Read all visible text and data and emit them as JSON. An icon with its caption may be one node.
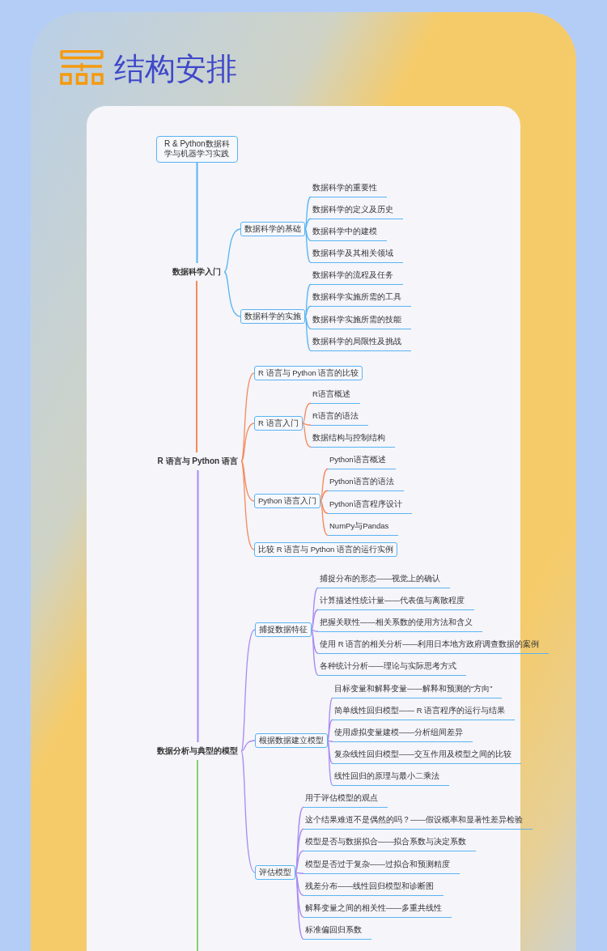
{
  "diagram": {
    "title": "结构安排",
    "nodes": [
      {
        "text": [
          "R & Python数据科学与机器学习实践"
        ]
      },
      {
        "text": [
          "数据科学入门"
        ]
      },
      {
        "text": [
          "数据科学的基础"
        ]
      },
      {
        "text": [
          "数据科学的重要性"
        ]
      },
      {
        "text": [
          "数据科学的定义及历史"
        ]
      },
      {
        "text": [
          "数据科学中的建模"
        ]
      },
      {
        "text": [
          "数据科学及其相关领域"
        ]
      },
      {
        "text": [
          "数据科学的实施"
        ]
      },
      {
        "text": [
          "数据科学的流程及任务"
        ]
      },
      {
        "text": [
          "数据科学实施所需的工具"
        ]
      },
      {
        "text": [
          "数据科学实施所需的技能"
        ]
      },
      {
        "text": [
          "数据科学的局限性及挑战"
        ]
      },
      {
        "text": [
          "R 语言与 Python 语言"
        ]
      },
      {
        "text": [
          "R 语言与 Python 语言的比较"
        ]
      },
      {
        "text": [
          "R 语言入门"
        ]
      },
      {
        "text": [
          "R语言概述"
        ]
      },
      {
        "text": [
          "R语言的语法"
        ]
      },
      {
        "text": [
          "数据结构与控制结构"
        ]
      },
      {
        "text": [
          "Python 语言入门"
        ]
      },
      {
        "text": [
          "Python语言概述"
        ]
      },
      {
        "text": [
          "Python语言的语法"
        ]
      },
      {
        "text": [
          "Python语言程序设计"
        ]
      },
      {
        "text": [
          "NumPy与Pandas"
        ]
      },
      {
        "text": [
          "比较 R 语言与 Python 语言的运行实例"
        ]
      },
      {
        "text": [
          "数据分析与典型的模型"
        ]
      },
      {
        "text": [
          "捕捉数据特征"
        ]
      },
      {
        "text": [
          "捕捉分布的形态——视觉上的确认"
        ]
      },
      {
        "text": [
          "计算描述性统计量——代表值与离散程度"
        ]
      },
      {
        "text": [
          "把握关联性——相关系数的使用方法和含义"
        ]
      },
      {
        "text": [
          "使用 R 语言的相关分析——利用日本地方政府调查数据的案例"
        ]
      },
      {
        "text": [
          "各种统计分析——理论与实际思考方式"
        ]
      },
      {
        "text": [
          "根据数据建立模型"
        ]
      },
      {
        "text": [
          "目标变量和解释变量——解释和预测的“方向”"
        ]
      },
      {
        "text": [
          "简单线性回归模型—— R 语言程序的运行与结果"
        ]
      },
      {
        "text": [
          "使用虚拟变量建模——分析组间差异"
        ]
      },
      {
        "text": [
          "复杂线性回归模型——交互作用及模型之间的比较"
        ]
      },
      {
        "text": [
          "线性回归的原理与最小二乘法"
        ]
      },
      {
        "text": [
          "评估模型"
        ]
      },
      {
        "text": [
          "用于评估模型的观点"
        ]
      },
      {
        "text": [
          "这个结果难道不是偶然的吗？——假设概率和显著性差异检验"
        ]
      },
      {
        "text": [
          "模型是否与数据拟合——拟合系数与决定系数"
        ]
      },
      {
        "text": [
          "模型是否过于复杂——过拟合和预测精度"
        ]
      },
      {
        "text": [
          "残差分布——线性回归模型和诊断图"
        ]
      },
      {
        "text": [
          "解释变量之间的相关性——多重共线性"
        ]
      },
      {
        "text": [
          "标准偏回归系数"
        ]
      }
    ],
    "edges": [
      {
        "from": 0,
        "to": 1,
        "arrow": "none",
        "color": "#5ab4f0"
      },
      {
        "from": 1,
        "to": 12,
        "arrow": "none",
        "color": "#f5895a"
      },
      {
        "from": 12,
        "to": 24,
        "arrow": "none"
      },
      {
        "from": 24,
        "to": null,
        "arrow": "none",
        "color": "#86d16c"
      },
      {
        "from": 1,
        "to": 2,
        "arrow": "none",
        "color": "#5ab4f0"
      },
      {
        "from": 2,
        "to": 3,
        "arrow": "none",
        "color": "#5ab4f0"
      },
      {
        "from": 2,
        "to": 4,
        "arrow": "none",
        "color": "#5ab4f0"
      },
      {
        "from": 2,
        "to": 5,
        "arrow": "none",
        "color": "#5ab4f0"
      },
      {
        "from": 2,
        "to": 6,
        "arrow": "none",
        "color": "#5ab4f0"
      },
      {
        "from": 1,
        "to": 7,
        "arrow": "none",
        "color": "#5ab4f0"
      },
      {
        "from": 7,
        "to": 8,
        "arrow": "none",
        "color": "#5ab4f0"
      },
      {
        "from": 7,
        "to": 9,
        "arrow": "none",
        "color": "#5ab4f0"
      },
      {
        "from": 7,
        "to": 10,
        "arrow": "none",
        "color": "#5ab4f0"
      },
      {
        "from": 7,
        "to": 11,
        "arrow": "none",
        "color": "#5ab4f0"
      },
      {
        "from": 12,
        "to": 13,
        "arrow": "none",
        "color": "#f5895a"
      },
      {
        "from": 12,
        "to": 14,
        "arrow": "none",
        "color": "#f5895a"
      },
      {
        "from": 14,
        "to": 15,
        "arrow": "none",
        "color": "#f5895a"
      },
      {
        "from": 14,
        "to": 16,
        "arrow": "none",
        "color": "#f5895a"
      },
      {
        "from": 14,
        "to": 17,
        "arrow": "none",
        "color": "#f5895a"
      },
      {
        "from": 12,
        "to": 18,
        "arrow": "none",
        "color": "#f5895a"
      },
      {
        "from": 18,
        "to": 19,
        "arrow": "none",
        "color": "#f5895a"
      },
      {
        "from": 18,
        "to": 20,
        "arrow": "none",
        "color": "#f5895a"
      },
      {
        "from": 18,
        "to": 21,
        "arrow": "none",
        "color": "#f5895a"
      },
      {
        "from": 18,
        "to": 22,
        "arrow": "none",
        "color": "#f5895a"
      },
      {
        "from": 12,
        "to": 23,
        "arrow": "none",
        "color": "#f5895a"
      },
      {
        "from": 24,
        "to": 25,
        "arrow": "none"
      },
      {
        "from": 25,
        "to": 26,
        "arrow": "none"
      },
      {
        "from": 25,
        "to": 27,
        "arrow": "none"
      },
      {
        "from": 25,
        "to": 28,
        "arrow": "none"
      },
      {
        "from": 25,
        "to": 29,
        "arrow": "none"
      },
      {
        "from": 25,
        "to": 30,
        "arrow": "none"
      },
      {
        "from": 24,
        "to": 31,
        "arrow": "none"
      },
      {
        "from": 31,
        "to": 32,
        "arrow": "none"
      },
      {
        "from": 31,
        "to": 33,
        "arrow": "none"
      },
      {
        "from": 31,
        "to": 34,
        "arrow": "none"
      },
      {
        "from": 31,
        "to": 35,
        "arrow": "none"
      },
      {
        "from": 31,
        "to": 36,
        "arrow": "none"
      },
      {
        "from": 24,
        "to": 37,
        "arrow": "none"
      },
      {
        "from": 37,
        "to": 38,
        "arrow": "none"
      },
      {
        "from": 37,
        "to": 39,
        "arrow": "none"
      },
      {
        "from": 37,
        "to": 40,
        "arrow": "none"
      },
      {
        "from": 37,
        "to": 41,
        "arrow": "none"
      },
      {
        "from": 37,
        "to": 42,
        "arrow": "none"
      },
      {
        "from": 37,
        "to": 43,
        "arrow": "none"
      },
      {
        "from": 37,
        "to": 44,
        "arrow": "none"
      }
    ]
  }
}
